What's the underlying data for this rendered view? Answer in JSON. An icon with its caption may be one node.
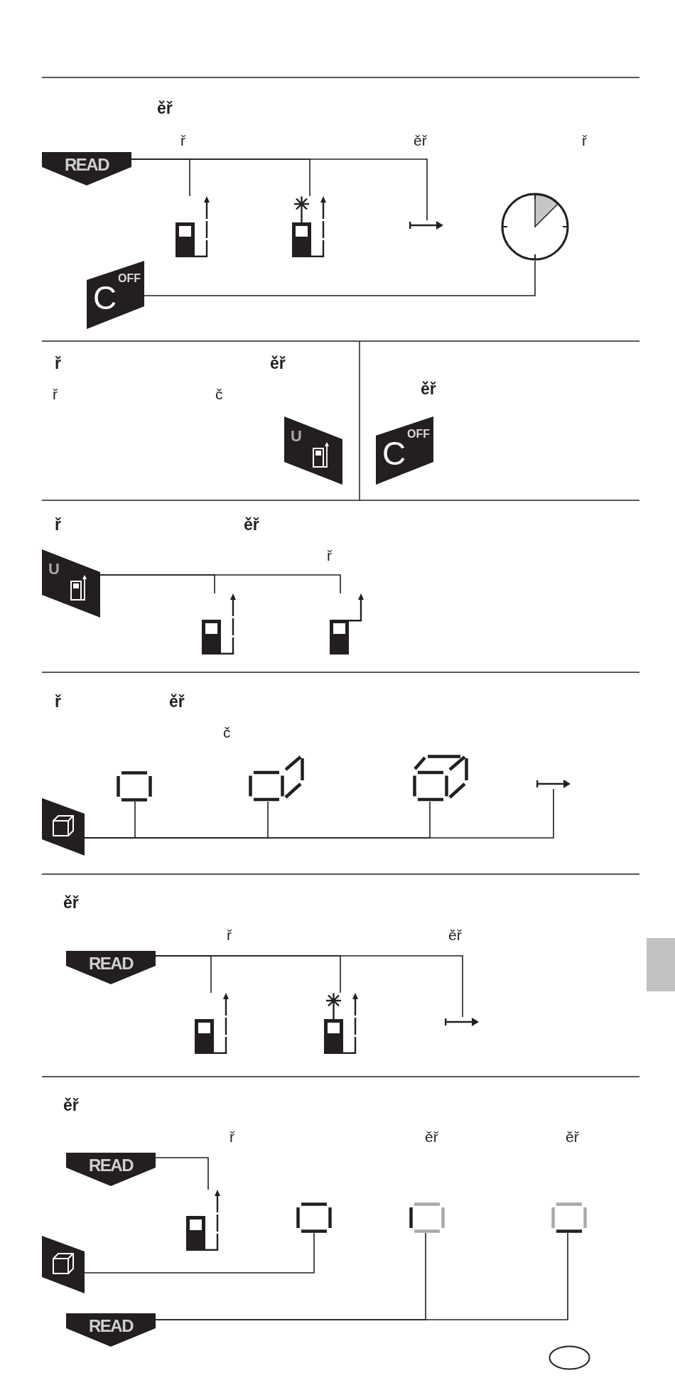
{
  "diagram": {
    "nodes": [
      {
        "text": [
          "READ"
        ]
      },
      {
        "text": [],
        "shape": "picture"
      },
      {
        "text": [],
        "shape": "picture"
      },
      {
        "text": [],
        "shape": "picture"
      },
      {
        "text": [],
        "shape": "picture"
      },
      {
        "text": [
          "C",
          "OFF"
        ]
      },
      {
        "text": [
          "U"
        ]
      },
      {
        "text": [
          "C",
          "OFF"
        ]
      },
      {
        "text": [
          "U"
        ]
      },
      {
        "text": [],
        "shape": "picture"
      },
      {
        "text": [],
        "shape": "picture"
      },
      {
        "text": [],
        "shape": "picture"
      },
      {
        "text": [],
        "shape": "picture"
      },
      {
        "text": [],
        "shape": "picture"
      },
      {
        "text": [],
        "shape": "picture"
      },
      {
        "text": [],
        "shape": "picture"
      },
      {
        "text": [
          "READ"
        ]
      },
      {
        "text": [],
        "shape": "picture"
      },
      {
        "text": [],
        "shape": "picture"
      },
      {
        "text": [],
        "shape": "picture"
      },
      {
        "text": [
          "READ"
        ]
      },
      {
        "text": [],
        "shape": "picture"
      },
      {
        "text": [],
        "shape": "picture"
      },
      {
        "text": [],
        "shape": "picture"
      },
      {
        "text": [],
        "shape": "picture"
      },
      {
        "text": [],
        "shape": "picture"
      },
      {
        "text": [
          "READ"
        ]
      }
    ],
    "edges": [
      {
        "from": 0,
        "to": 1,
        "arrow": "none"
      },
      {
        "from": 0,
        "to": 2,
        "arrow": "none"
      },
      {
        "from": 0,
        "to": 3,
        "arrow": "none"
      },
      {
        "from": 5,
        "to": 4,
        "arrow": "none"
      },
      {
        "from": 8,
        "to": 9,
        "arrow": "none"
      },
      {
        "from": 8,
        "to": 10,
        "arrow": "none"
      },
      {
        "from": 11,
        "to": 12,
        "arrow": "none"
      },
      {
        "from": 11,
        "to": 13,
        "arrow": "none"
      },
      {
        "from": 11,
        "to": 14,
        "arrow": "none"
      },
      {
        "from": 11,
        "to": 15,
        "arrow": "none"
      },
      {
        "from": 16,
        "to": 17,
        "arrow": "none"
      },
      {
        "from": 16,
        "to": 18,
        "arrow": "none"
      },
      {
        "from": 16,
        "to": 19,
        "arrow": "none"
      },
      {
        "from": 20,
        "to": 21,
        "arrow": "none"
      },
      {
        "from": 22,
        "to": 23,
        "arrow": "none"
      },
      {
        "from": 26,
        "to": 24,
        "arrow": "none"
      },
      {
        "from": 26,
        "to": 25,
        "arrow": "none"
      }
    ],
    "labels": [
      "ěř",
      "ř",
      "ěř",
      "ř",
      "ř",
      "ěř",
      "ř",
      "č",
      "ěř",
      "ř",
      "ěř",
      "ř",
      "ř",
      "ěř",
      "č",
      "ěř",
      "ř",
      "ěř",
      "ěř",
      "ř",
      "ěř",
      "ěř"
    ]
  }
}
